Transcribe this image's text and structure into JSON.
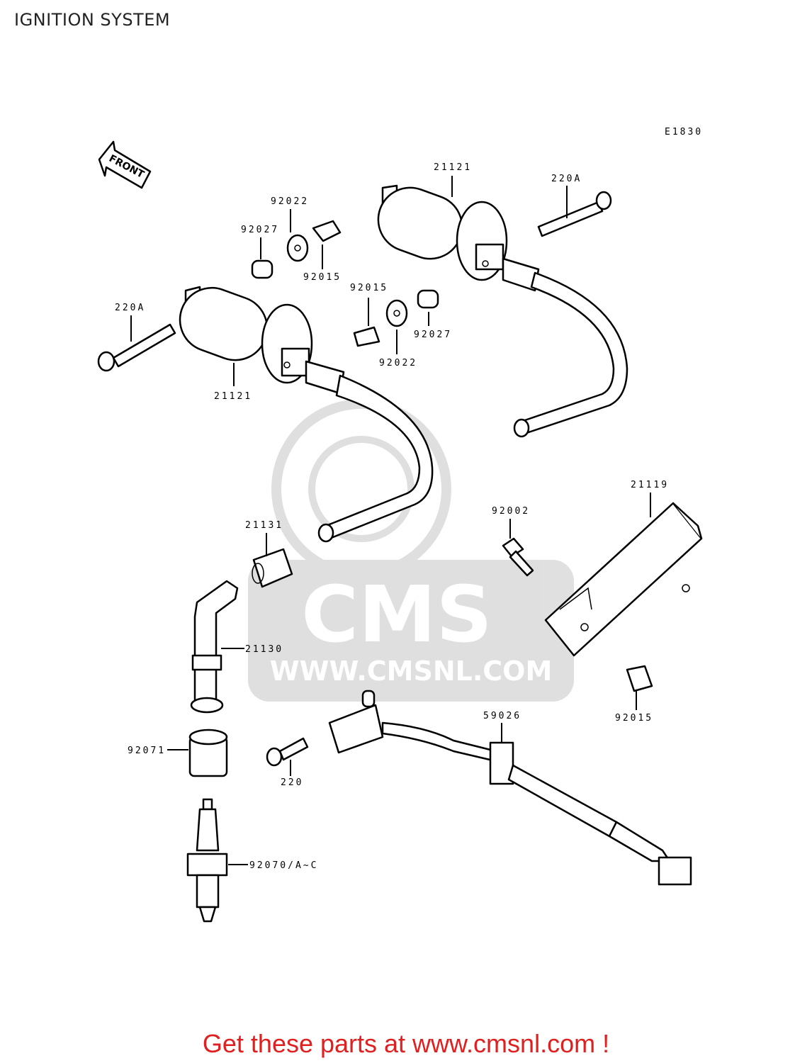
{
  "page": {
    "title": "IGNITION SYSTEM"
  },
  "diagram": {
    "code": "E1830",
    "front_label": "FRONT",
    "labels": {
      "coil_top": "21121",
      "bolt_top": "220A",
      "washer_upper": "92022",
      "spacer_upper": "92027",
      "collar_upper": "92015",
      "bolt_left": "220A",
      "collar_mid": "92015",
      "spacer_mid": "92027",
      "washer_mid": "92022",
      "coil_left": "21121",
      "igniter": "21119",
      "bolt_igniter": "92002",
      "cap_seal": "21131",
      "plug_cap": "21130",
      "collar_lower": "92015",
      "pickup": "59026",
      "plug_boot": "92071",
      "screw_pickup": "220",
      "spark_plug": "92070/A~C"
    },
    "watermark": {
      "text": "CMS",
      "url": "WWW.CMSNL.COM"
    }
  },
  "footer": {
    "cta": "Get these parts at www.cmsnl.com !"
  }
}
